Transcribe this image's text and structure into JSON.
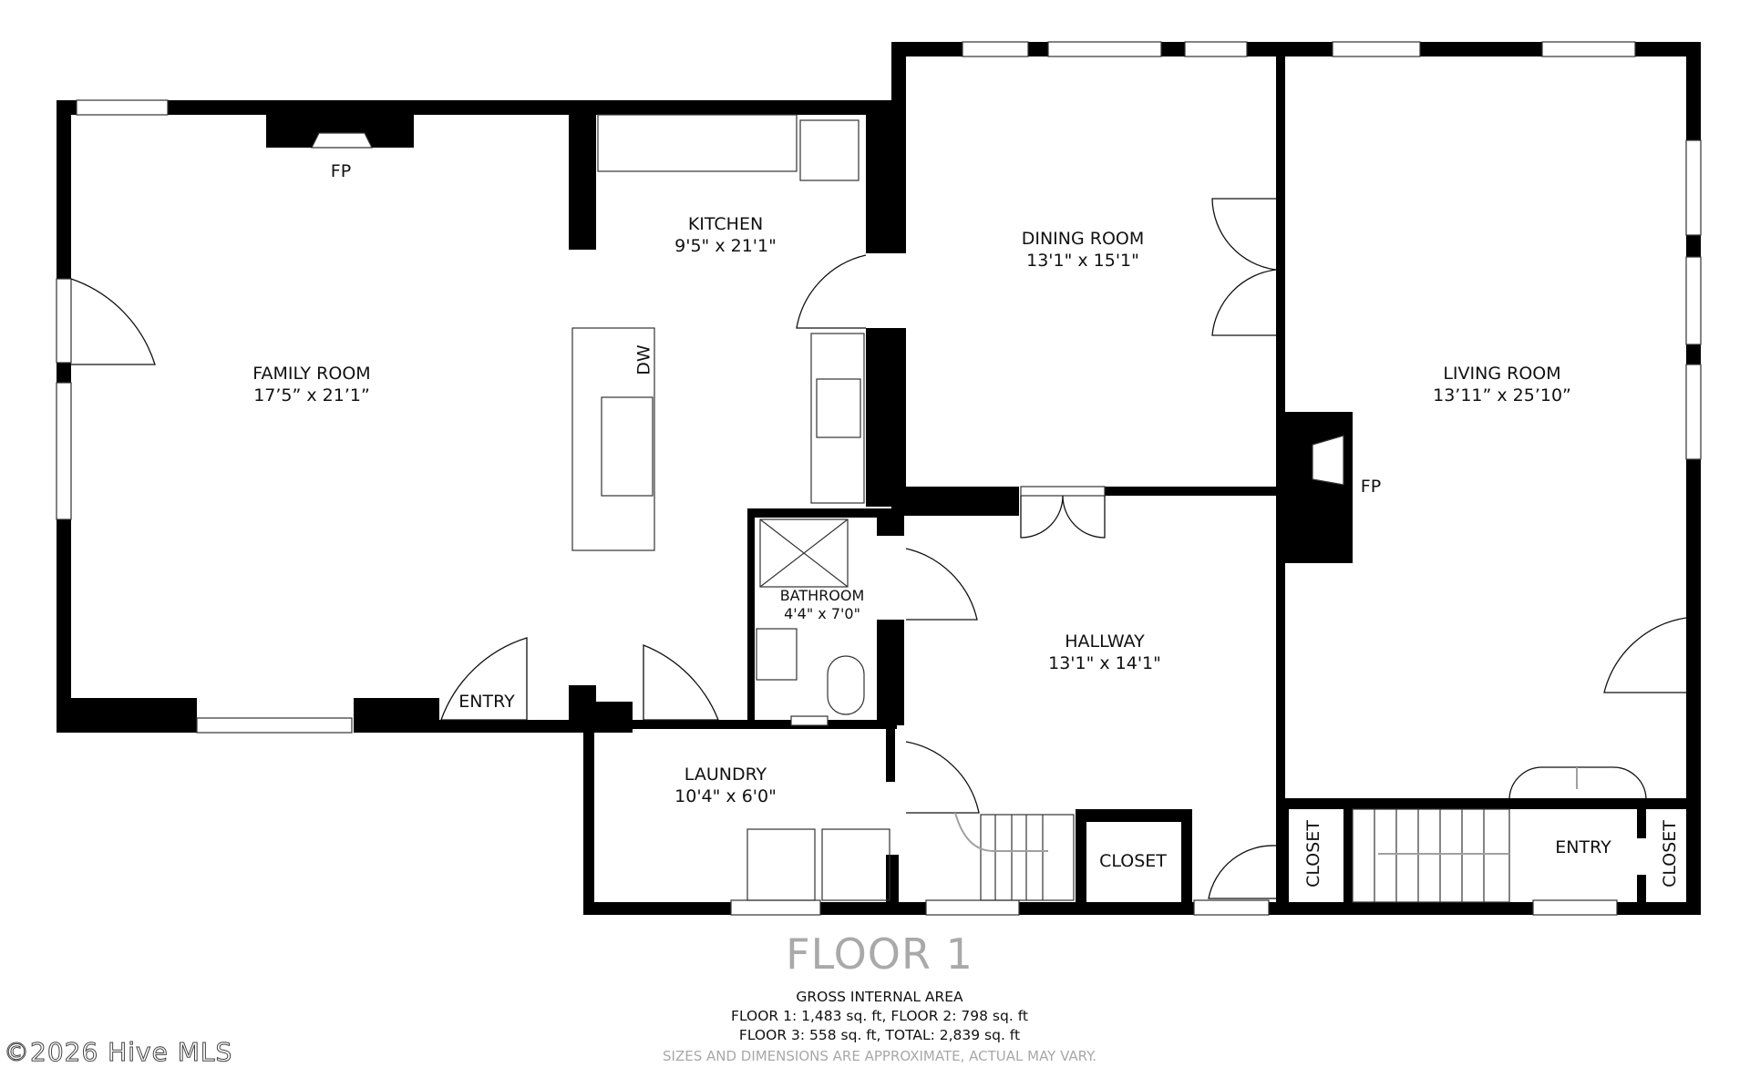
{
  "floor_title": "FLOOR 1",
  "rooms": {
    "family_room": {
      "name": "FAMILY ROOM",
      "dims": "17’5” x 21’1”"
    },
    "kitchen": {
      "name": "KITCHEN",
      "dims": "9'5\" x 21'1\""
    },
    "dining_room": {
      "name": "DINING ROOM",
      "dims": "13'1\" x 15'1\""
    },
    "living_room": {
      "name": "LIVING ROOM",
      "dims": "13’11” x 25’10”"
    },
    "bathroom": {
      "name": "BATHROOM",
      "dims": "4'4\" x 7'0\""
    },
    "hallway": {
      "name": "HALLWAY",
      "dims": "13'1\" x 14'1\""
    },
    "laundry": {
      "name": "LAUNDRY",
      "dims": "10'4\" x 6'0\""
    }
  },
  "labels": {
    "fp_family": "FP",
    "fp_living": "FP",
    "dw": "DW",
    "entry_family": "ENTRY",
    "entry_front": "ENTRY",
    "closet_hall": "CLOSET",
    "closet_left": "CLOSET",
    "closet_right": "CLOSET"
  },
  "area": {
    "heading": "GROSS INTERNAL AREA",
    "line1": "FLOOR 1: 1,483 sq. ft, FLOOR 2: 798 sq. ft",
    "line2": "FLOOR 3: 558 sq. ft, TOTAL: 2,839 sq. ft",
    "disclaimer": "SIZES AND DIMENSIONS ARE APPROXIMATE, ACTUAL MAY VARY."
  },
  "watermark": "©2026 Hive MLS",
  "colors": {
    "wall": "#000000",
    "background": "#ffffff",
    "floor_title": "#a9a9a9",
    "disclaimer": "#a8a8a8",
    "arrow": "#a0a0a0"
  }
}
